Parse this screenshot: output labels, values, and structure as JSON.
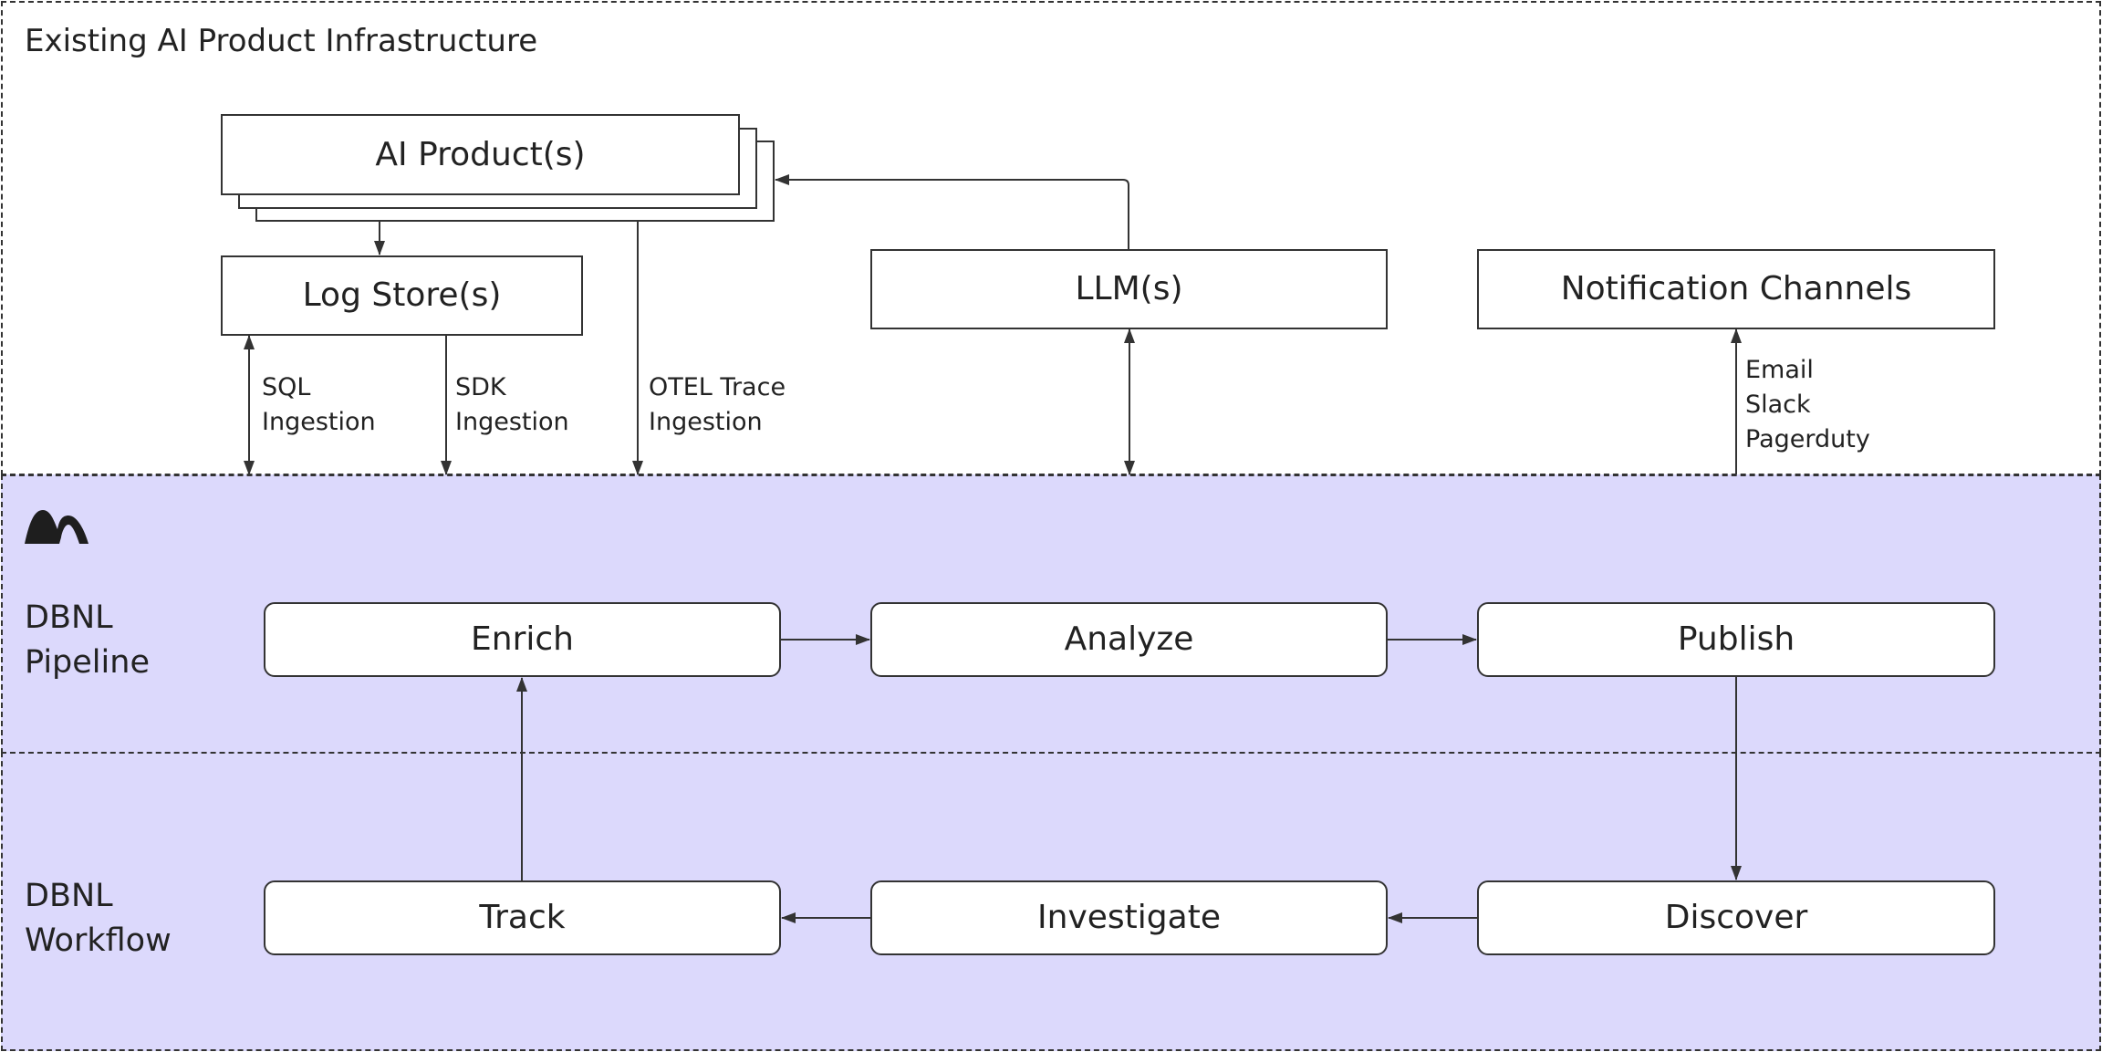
{
  "infrastructure": {
    "title": "Existing AI Product Infrastructure",
    "ai_products_label": "AI Product(s)",
    "log_store_label": "Log Store(s)",
    "llm_label": "LLM(s)",
    "notification_label": "Notification Channels",
    "sql_ingestion": [
      "SQL",
      "Ingestion"
    ],
    "sdk_ingestion": [
      "SDK",
      "Ingestion"
    ],
    "otel_ingestion": [
      "OTEL Trace",
      "Ingestion"
    ],
    "notification_targets": [
      "Email",
      "Slack",
      "Pagerduty"
    ]
  },
  "pipeline": {
    "label_lines": [
      "DBNL",
      "Pipeline"
    ],
    "stages": [
      "Enrich",
      "Analyze",
      "Publish"
    ]
  },
  "workflow": {
    "label_lines": [
      "DBNL",
      "Workflow"
    ],
    "stages": [
      "Track",
      "Investigate",
      "Discover"
    ]
  },
  "colors": {
    "dbnl_background": "#dcd9fc",
    "line": "#333333"
  },
  "icons": {
    "brand": "mountain-logo-icon"
  }
}
